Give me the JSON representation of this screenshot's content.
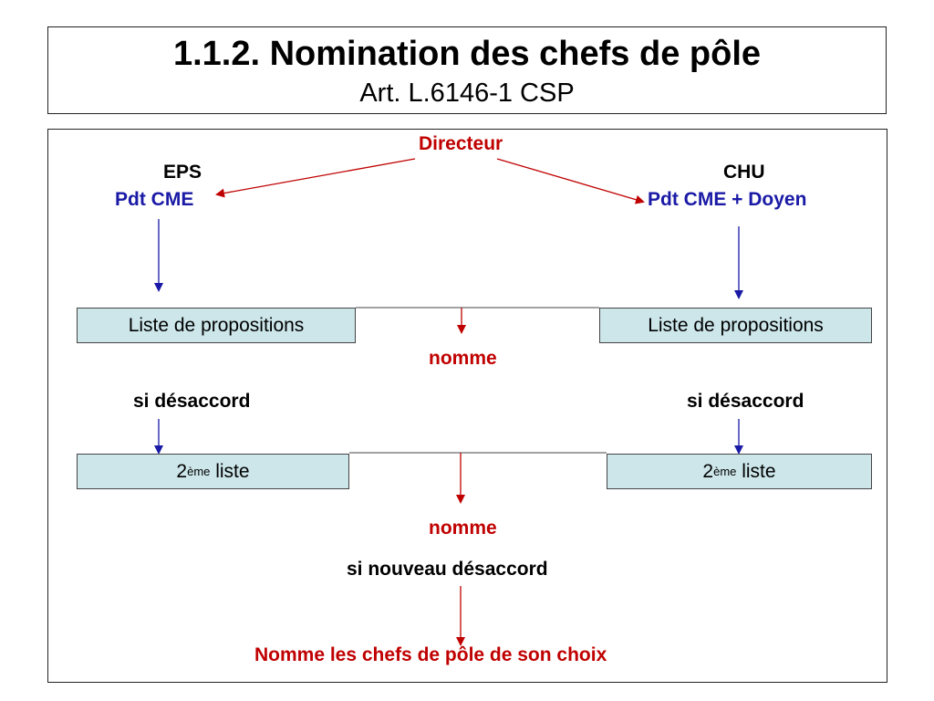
{
  "slide": {
    "title": "1.1.2. Nomination des chefs de pôle",
    "subtitle": "Art. L.6146-1 CSP"
  },
  "diagram": {
    "directeur": "Directeur",
    "left": {
      "org": "EPS",
      "role": "Pdt CME",
      "list1": "Liste de propositions",
      "disagree": "si désaccord",
      "list2_prefix": "2",
      "list2_sup": "ème",
      "list2_suffix": " liste"
    },
    "right": {
      "org": "CHU",
      "role": "Pdt CME + Doyen",
      "list1": "Liste de propositions",
      "disagree": "si désaccord",
      "list2_prefix": "2",
      "list2_sup": "ème",
      "list2_suffix": " liste"
    },
    "nomme_1": "nomme",
    "nomme_2": "nomme",
    "new_disagree": "si nouveau désaccord",
    "final": "Nomme les chefs de pôle de son choix"
  },
  "colors": {
    "red": "#c00000",
    "blue": "#1a1aa6",
    "box_fill": "#cce6ea"
  }
}
